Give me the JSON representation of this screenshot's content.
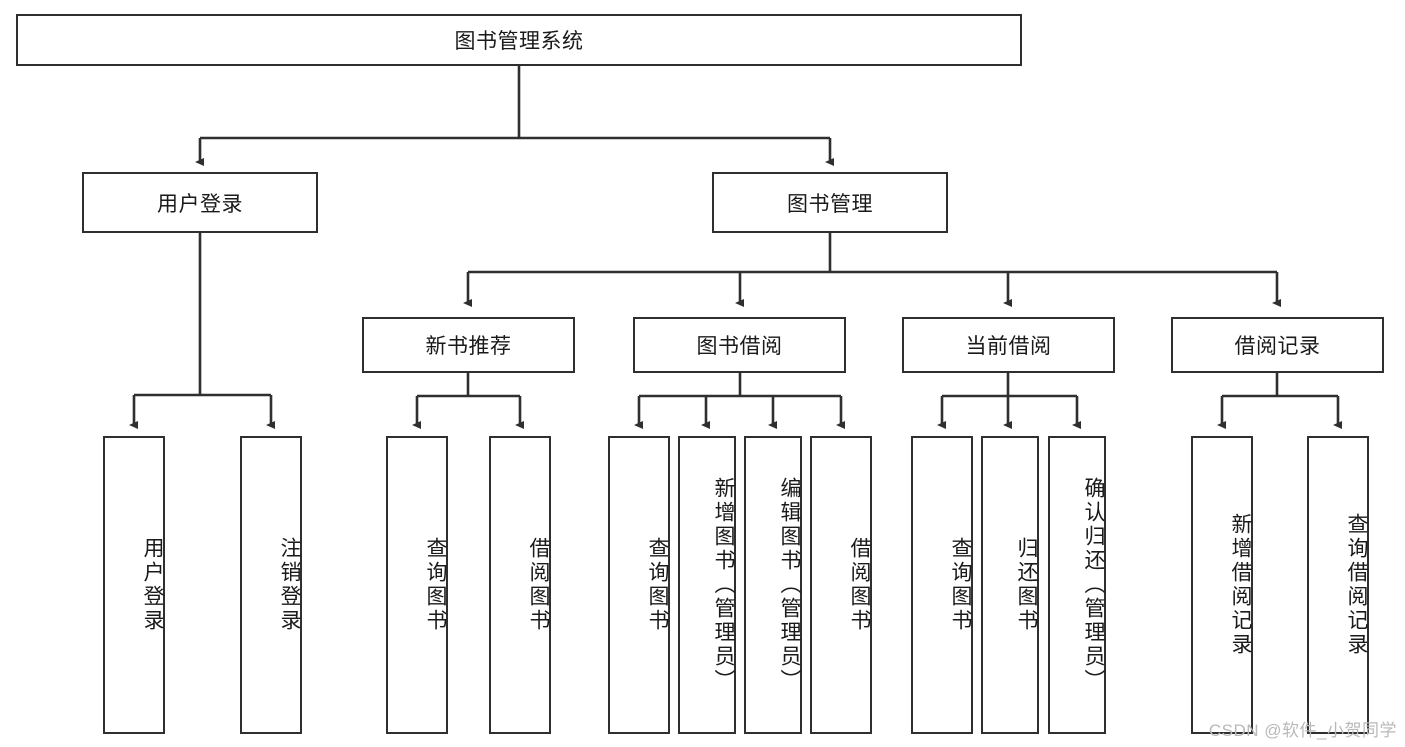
{
  "diagram": {
    "title": "图书管理系统",
    "type": "tree",
    "root": {
      "label": "图书管理系统"
    },
    "level2": [
      {
        "label": "用户登录"
      },
      {
        "label": "图书管理"
      }
    ],
    "level3": [
      {
        "label": "新书推荐"
      },
      {
        "label": "图书借阅"
      },
      {
        "label": "当前借阅"
      },
      {
        "label": "借阅记录"
      }
    ],
    "leaves": {
      "user_login": [
        {
          "label": "用户登录"
        },
        {
          "label": "注销登录"
        }
      ],
      "new_book_recommend": [
        {
          "label": "查询图书"
        },
        {
          "label": "借阅图书"
        }
      ],
      "book_borrow": [
        {
          "label": "查询图书"
        },
        {
          "label": "新增图书（管理员）"
        },
        {
          "label": "编辑图书（管理员）"
        },
        {
          "label": "借阅图书"
        }
      ],
      "current_borrow": [
        {
          "label": "查询图书"
        },
        {
          "label": "归还图书"
        },
        {
          "label": "确认归还（管理员）"
        }
      ],
      "borrow_record": [
        {
          "label": "新增借阅记录"
        },
        {
          "label": "查询借阅记录"
        }
      ]
    }
  },
  "watermark": {
    "text": "CSDN @软件_小贺同学"
  },
  "colors": {
    "stroke": "#2f2f2f",
    "fill": "#ffffff",
    "text": "#1a1a1a",
    "watermark": "#b9b9b9"
  }
}
